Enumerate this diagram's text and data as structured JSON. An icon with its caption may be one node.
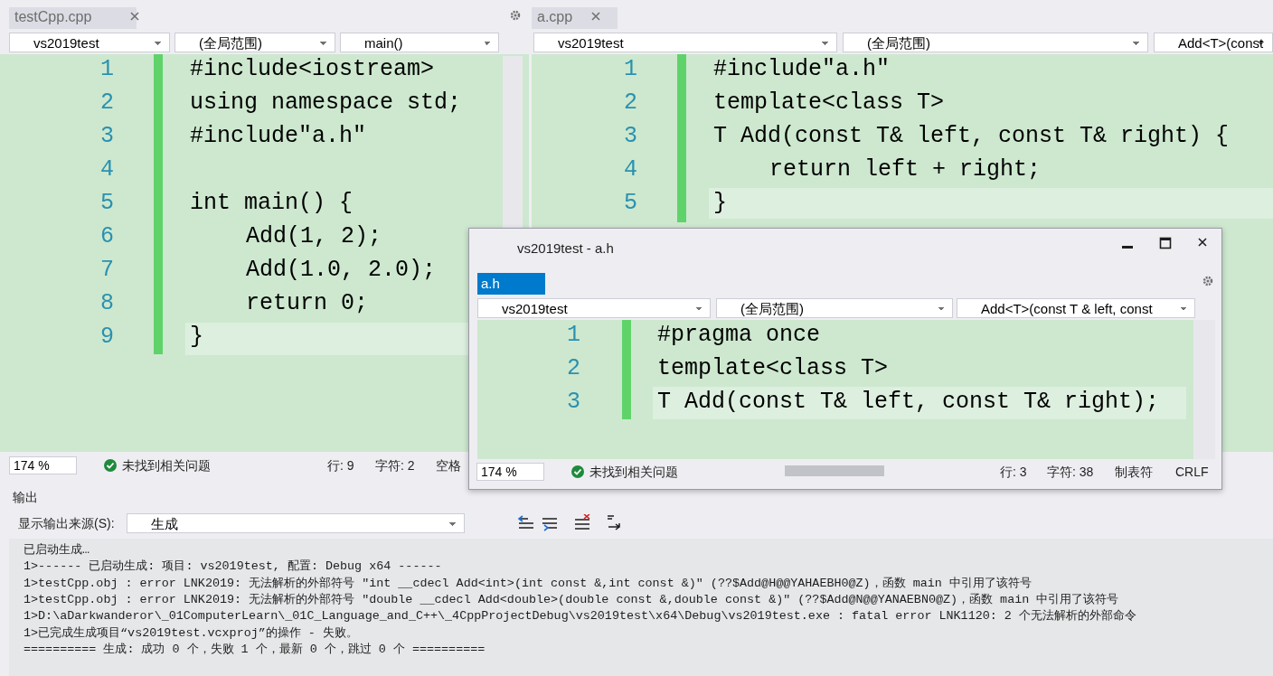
{
  "diagram": {
    "labels": [
      "testCpp.cpp",
      "vs2019test",
      "(全局范围)",
      "main()",
      "a.cpp",
      "vs2019test",
      "(全局范围)",
      "Add<T>(const",
      "1",
      "#include<iostream>",
      "2",
      "using namespace std;",
      "3",
      "#include\"a.h\"",
      "4",
      "5",
      "int main() {",
      "6",
      "Add(1, 2);",
      "7",
      "Add(1.0, 2.0);",
      "8",
      "return 0;",
      "9",
      "}",
      "1",
      "#include\"a.h\"",
      "2",
      "template<class T>",
      "3",
      "T Add(const T& left, const T& right) {",
      "4",
      "return left + right;",
      "5",
      "}",
      "174 %",
      "未找到相关问题",
      "行: 9",
      "字符: 2",
      "空格",
      "vs2019test - a.h",
      "a.h",
      "vs2019test",
      "(全局范围)",
      "Add<T>(const T & left, const",
      "1",
      "#pragma once",
      "2",
      "template<class T>",
      "3",
      "T Add(const T& left, const T& right);",
      "174 %",
      "未找到相关问题",
      "行: 3",
      "字符: 38",
      "制表符",
      "CRLF",
      "输出",
      "显示输出来源(S):",
      "生成",
      "已启动生成…",
      "1>------ 已启动生成: 项目: vs2019test, 配置: Debug x64 ------",
      "1>testCpp.obj : error LNK2019: 无法解析的外部符号 \"int __cdecl Add<int>(int const &,int const &)\" (??$Add@H@@YAHAEBH0@Z)，函数 main 中引用了该符号",
      "1>testCpp.obj : error LNK2019: 无法解析的外部符号 \"double __cdecl Add<double>(double const &,double const &)\" (??$Add@N@@YANAEBN0@Z)，函数 main 中引用了该符号",
      "1>D:\\aDarkwanderor\\_01ComputerLearn\\_01C_Language_and_C++\\_4CppProjectDebug\\vs2019test\\x64\\Debug\\vs2019test.exe : fatal error LNK1120: 2 个无法解析的外部命令",
      "1>已完成生成项目“vs2019test.vcxproj”的操作 - 失败。",
      "========== 生成: 成功 0 个，失败 1 个，最新 0 个，跳过 0 个 =========="
    ]
  }
}
